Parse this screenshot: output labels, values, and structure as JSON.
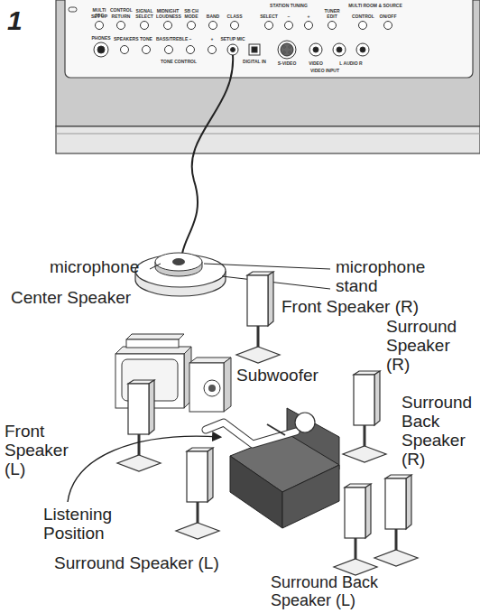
{
  "diagram": {
    "labels": [
      "1",
      "MULTI JOG",
      "SET UP",
      "CONTROL",
      "RETURN",
      "SIGNAL SELECT",
      "MIDNIGHT LOUDNESS",
      "SB CH MODE",
      "BAND",
      "CLASS",
      "STATION TUNING",
      "SELECT",
      "–",
      "+",
      "TUNER EDIT",
      "MULTI ROOM & SOURCE",
      "CONTROL",
      "ON/OFF",
      "PHONES",
      "SPEAKERS",
      "TONE",
      "BASS/TREBLE",
      "–",
      "+",
      "TONE CONTROL",
      "SETUP MIC",
      "DIGITAL IN",
      "S-VIDEO",
      "VIDEO",
      "L AUDIO R",
      "VIDEO INPUT",
      "microphone",
      "microphone stand",
      "Center Speaker",
      "Front Speaker (R)",
      "Subwoofer",
      "Surround Speaker (R)",
      "Front Speaker (L)",
      "Surround Back Speaker (R)",
      "Listening Position",
      "Surround Speaker (L)",
      "Surround Back Speaker (L)"
    ]
  }
}
